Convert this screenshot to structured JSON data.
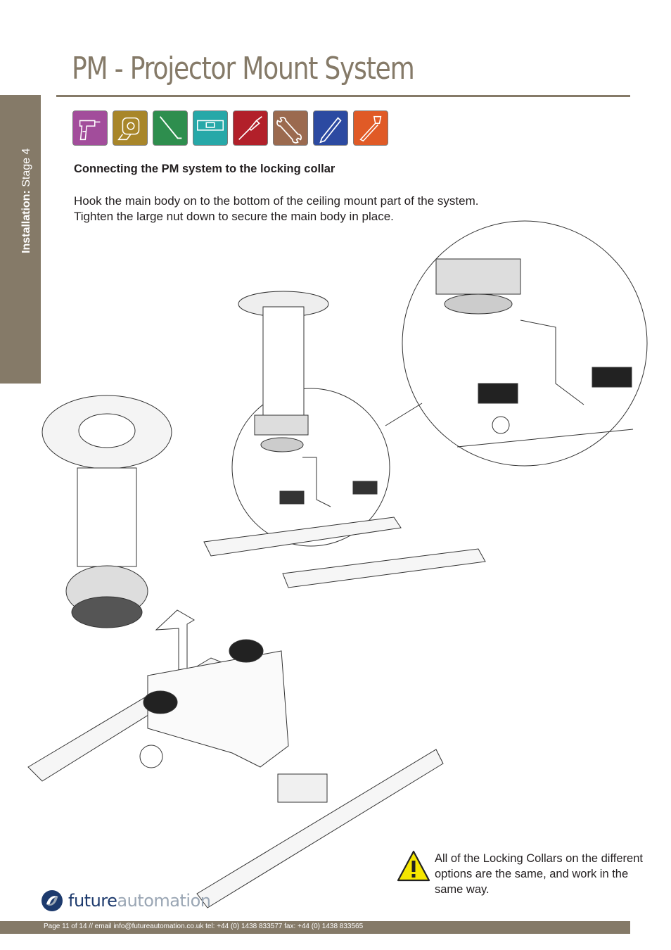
{
  "sidebar": {
    "label_bold": "Installation:",
    "label_normal": " Stage 4"
  },
  "header": {
    "title": "PM - Projector Mount System"
  },
  "tools": [
    {
      "name": "drill-icon",
      "color": "#a24d9b"
    },
    {
      "name": "tape-measure-icon",
      "color": "#a8862a"
    },
    {
      "name": "allen-key-icon",
      "color": "#2e8e4e"
    },
    {
      "name": "spirit-level-icon",
      "color": "#27a8a8"
    },
    {
      "name": "screwdriver-icon",
      "color": "#b2202a"
    },
    {
      "name": "spanner-icon",
      "color": "#9b6a4f"
    },
    {
      "name": "pencil-icon",
      "color": "#2c4aa1"
    },
    {
      "name": "saw-icon",
      "color": "#e05a26"
    }
  ],
  "content": {
    "heading": "Connecting the PM system to the locking collar",
    "body_line1": "Hook the main body on to the bottom of the ceiling mount part of the system.",
    "body_line2": "Tighten the large nut down to secure the main body in place."
  },
  "warning": {
    "text": "All of the Locking Collars on the different options are the same, and work in the same way."
  },
  "logo": {
    "part1": "future",
    "part2": "automation"
  },
  "footer": {
    "text": "Page 11 of 14 // email info@futureautomation.co.uk  tel: +44 (0) 1438 833577  fax: +44 (0) 1438 833565"
  },
  "colors": {
    "brand": "#857a68",
    "warning_yellow": "#f5e600"
  }
}
